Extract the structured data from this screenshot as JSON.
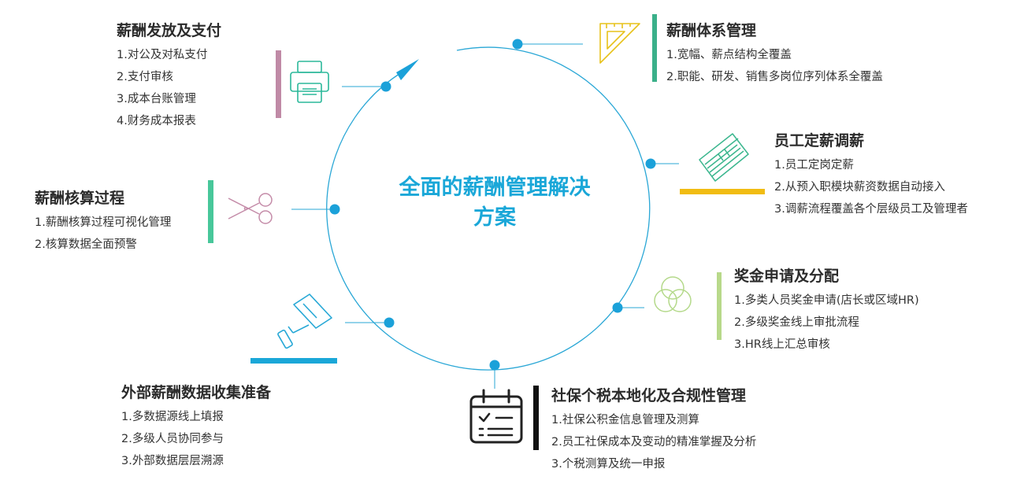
{
  "center": {
    "title_line1": "全面的薪酬管理解决",
    "title_line2": "方案"
  },
  "colors": {
    "circle": "#2aa7d6",
    "dot": "#1ba1d9",
    "b1_bar": "#c08aa6",
    "b2_bar": "#3bb08a",
    "b3_bar": "#48c79a",
    "b4_bar": "#f1bc13",
    "b5_bar": "#1aa7d8",
    "b6_bar": "#b8d98a",
    "b7_bar": "#111111",
    "icon_printer": "#2bb89a",
    "icon_ruler": "#e7c21a",
    "icon_scissors": "#c48ba8",
    "icon_ticket": "#3bb68e",
    "icon_roller": "#27a8d6",
    "icon_circles": "#b4d98a",
    "icon_calendar": "#222222"
  },
  "blocks": {
    "b1": {
      "title": "薪酬发放及支付",
      "items": [
        "1.对公及对私支付",
        "2.支付审核",
        "3.成本台账管理",
        "4.财务成本报表"
      ]
    },
    "b2": {
      "title": "薪酬体系管理",
      "items": [
        "1.宽幅、薪点结构全覆盖",
        "2.职能、研发、销售多岗位序列体系全覆盖"
      ]
    },
    "b3": {
      "title": "薪酬核算过程",
      "items": [
        "1.薪酬核算过程可视化管理",
        "2.核算数据全面预警"
      ]
    },
    "b4": {
      "title": "员工定薪调薪",
      "items": [
        "1.员工定岗定薪",
        "2.从预入职模块薪资数据自动接入",
        "3.调薪流程覆盖各个层级员工及管理者"
      ]
    },
    "b5": {
      "title": "外部薪酬数据收集准备",
      "items": [
        "1.多数据源线上填报",
        "2.多级人员协同参与",
        "3.外部数据层层溯源"
      ]
    },
    "b6": {
      "title": "奖金申请及分配",
      "items": [
        "1.多类人员奖金申请(店长或区域HR)",
        "2.多级奖金线上审批流程",
        "3.HR线上汇总审核"
      ]
    },
    "b7": {
      "title": "社保个税本地化及合规性管理",
      "items": [
        "1.社保公积金信息管理及测算",
        "2.员工社保成本及变动的精准掌握及分析",
        "3.个税测算及统一申报"
      ]
    }
  }
}
